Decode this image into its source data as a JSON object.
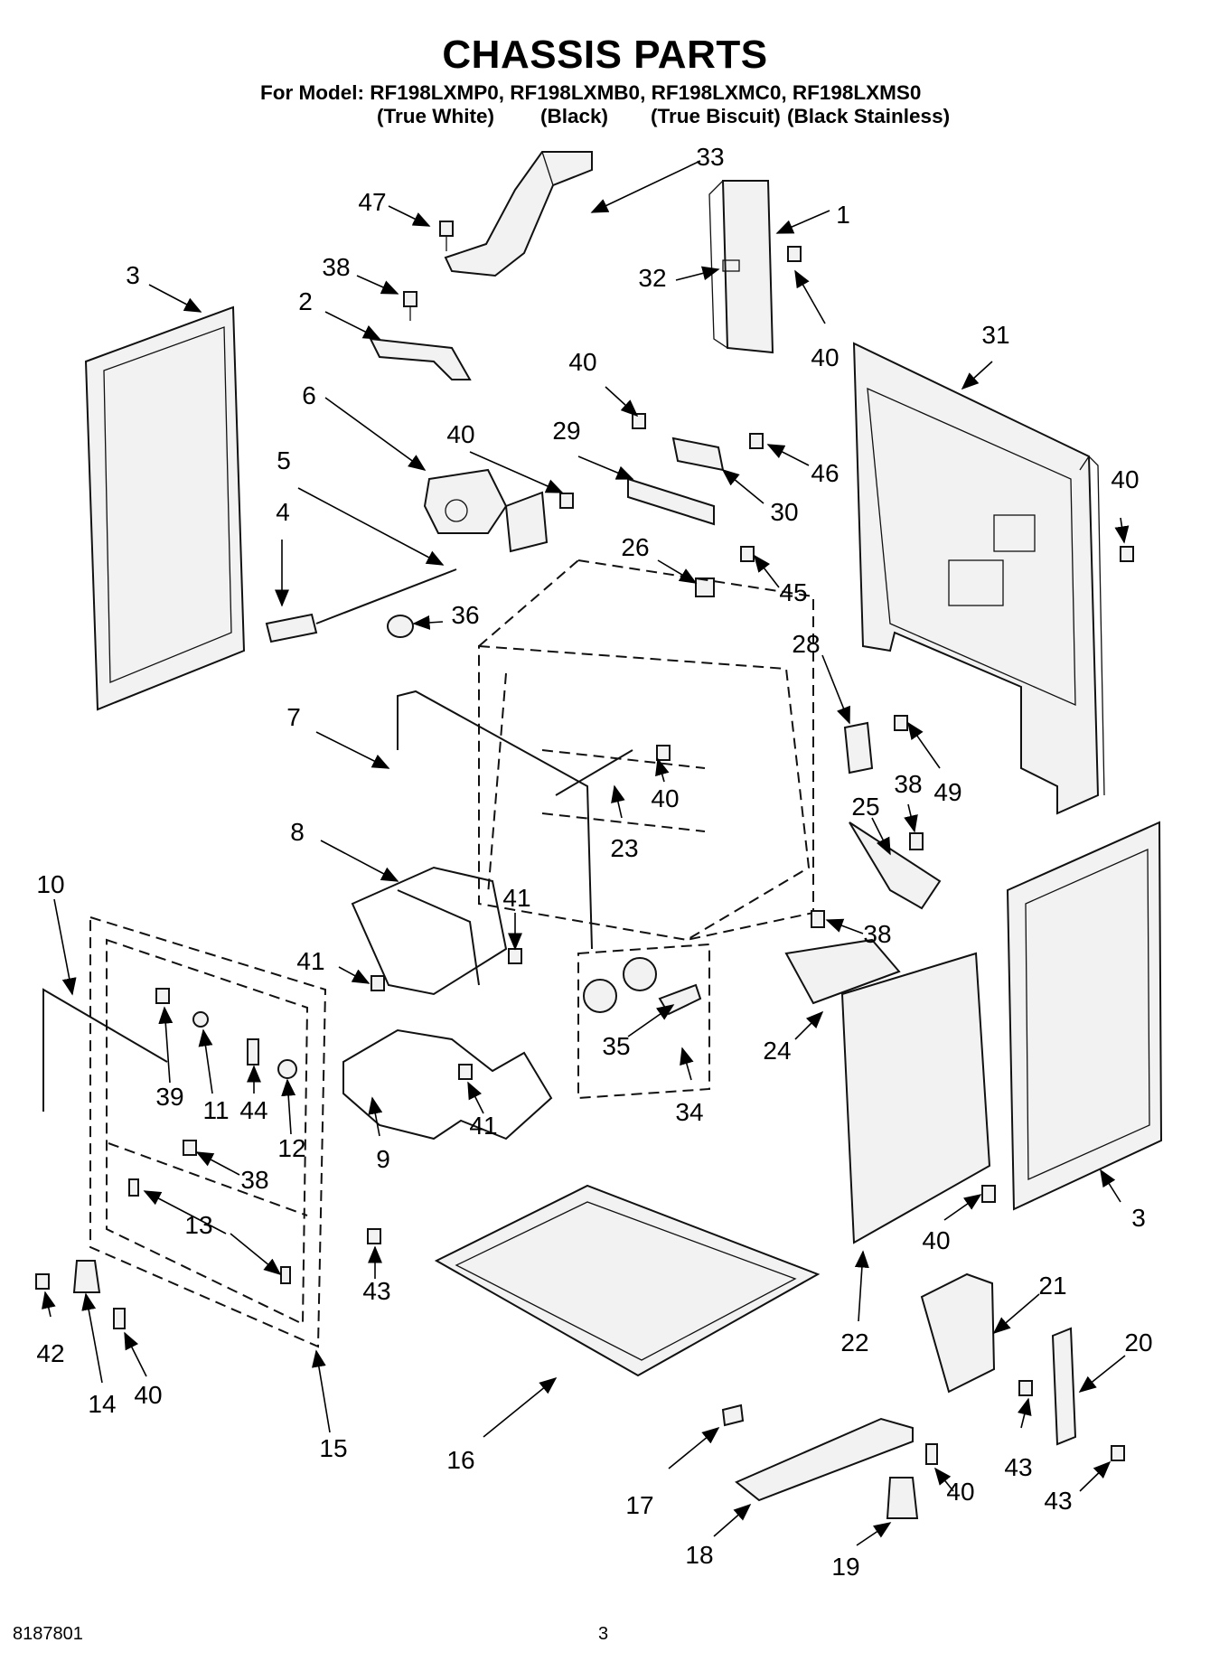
{
  "header": {
    "title": "CHASSIS PARTS",
    "model_line": "For Model: RF198LXMP0, RF198LXMB0, RF198LXMC0, RF198LXMS0",
    "colors": [
      "(True White)",
      "(Black)",
      "(True Biscuit)",
      "(Black Stainless)"
    ]
  },
  "footer": {
    "doc_number": "8187801",
    "page_number": "3"
  },
  "callouts": [
    "33",
    "47",
    "1",
    "3",
    "38",
    "32",
    "2",
    "40",
    "31",
    "6",
    "40",
    "29",
    "46",
    "5",
    "40",
    "4",
    "30",
    "40",
    "26",
    "45",
    "36",
    "28",
    "7",
    "49",
    "40",
    "23",
    "38",
    "8",
    "25",
    "10",
    "41",
    "38",
    "41",
    "39",
    "11",
    "44",
    "12",
    "35",
    "24",
    "9",
    "41",
    "34",
    "38",
    "3",
    "13",
    "43",
    "40",
    "22",
    "21",
    "20",
    "42",
    "14",
    "40",
    "15",
    "16",
    "17",
    "43",
    "43",
    "18",
    "40",
    "19"
  ]
}
